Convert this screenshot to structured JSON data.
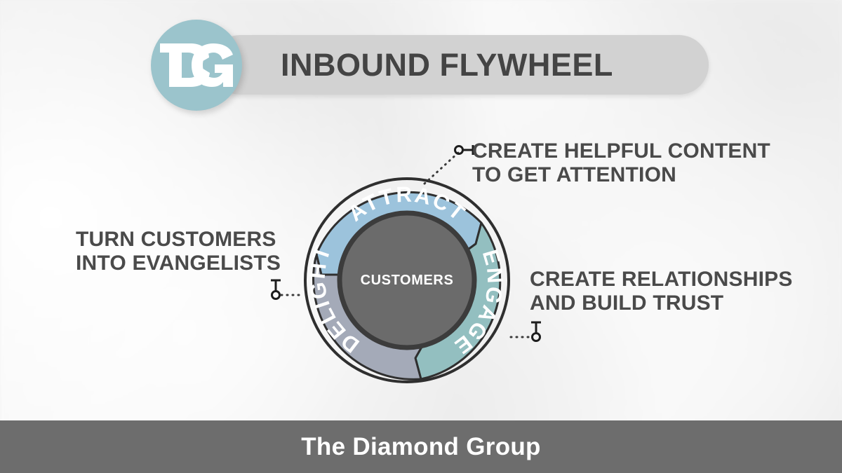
{
  "header": {
    "title": "INBOUND FLYWHEEL",
    "logo": {
      "name": "tdg-monogram-logo",
      "letters": "TDG",
      "badge_color": "#9bc4cc",
      "mark_color": "#ffffff"
    },
    "pill_color": "#d2d2d2",
    "title_color": "#444444"
  },
  "flywheel": {
    "center_label": "CUSTOMERS",
    "center_fill": "#6b6b6b",
    "center_stroke": "#3c3c3c",
    "ring_stroke": "#2f2f2f",
    "segments": [
      {
        "label": "ATTRACT",
        "color": "#9cc3dc",
        "position": "top"
      },
      {
        "label": "ENGAGE",
        "color": "#93bfc0",
        "position": "right"
      },
      {
        "label": "DELIGHT",
        "color": "#a4aab8",
        "position": "left"
      }
    ]
  },
  "callouts": [
    {
      "id": "attract",
      "line1": "CREATE HELPFUL CONTENT",
      "line2": "TO GET ATTENTION",
      "marker": "pin-marker-horizontal",
      "connector": "dotted-line"
    },
    {
      "id": "engage",
      "line1": "CREATE RELATIONSHIPS",
      "line2": "AND BUILD TRUST",
      "marker": "pin-marker-vertical",
      "connector": "dotted-line"
    },
    {
      "id": "delight",
      "line1": "TURN CUSTOMERS",
      "line2": "INTO EVANGELISTS",
      "marker": "pin-marker-vertical",
      "connector": "dotted-line"
    }
  ],
  "footer": {
    "brand": "The Diamond Group",
    "bar_color": "#6d6d6d",
    "text_color": "#ffffff"
  },
  "theme": {
    "background": "#f1f1f1",
    "text_dark": "#4a4a4a"
  }
}
